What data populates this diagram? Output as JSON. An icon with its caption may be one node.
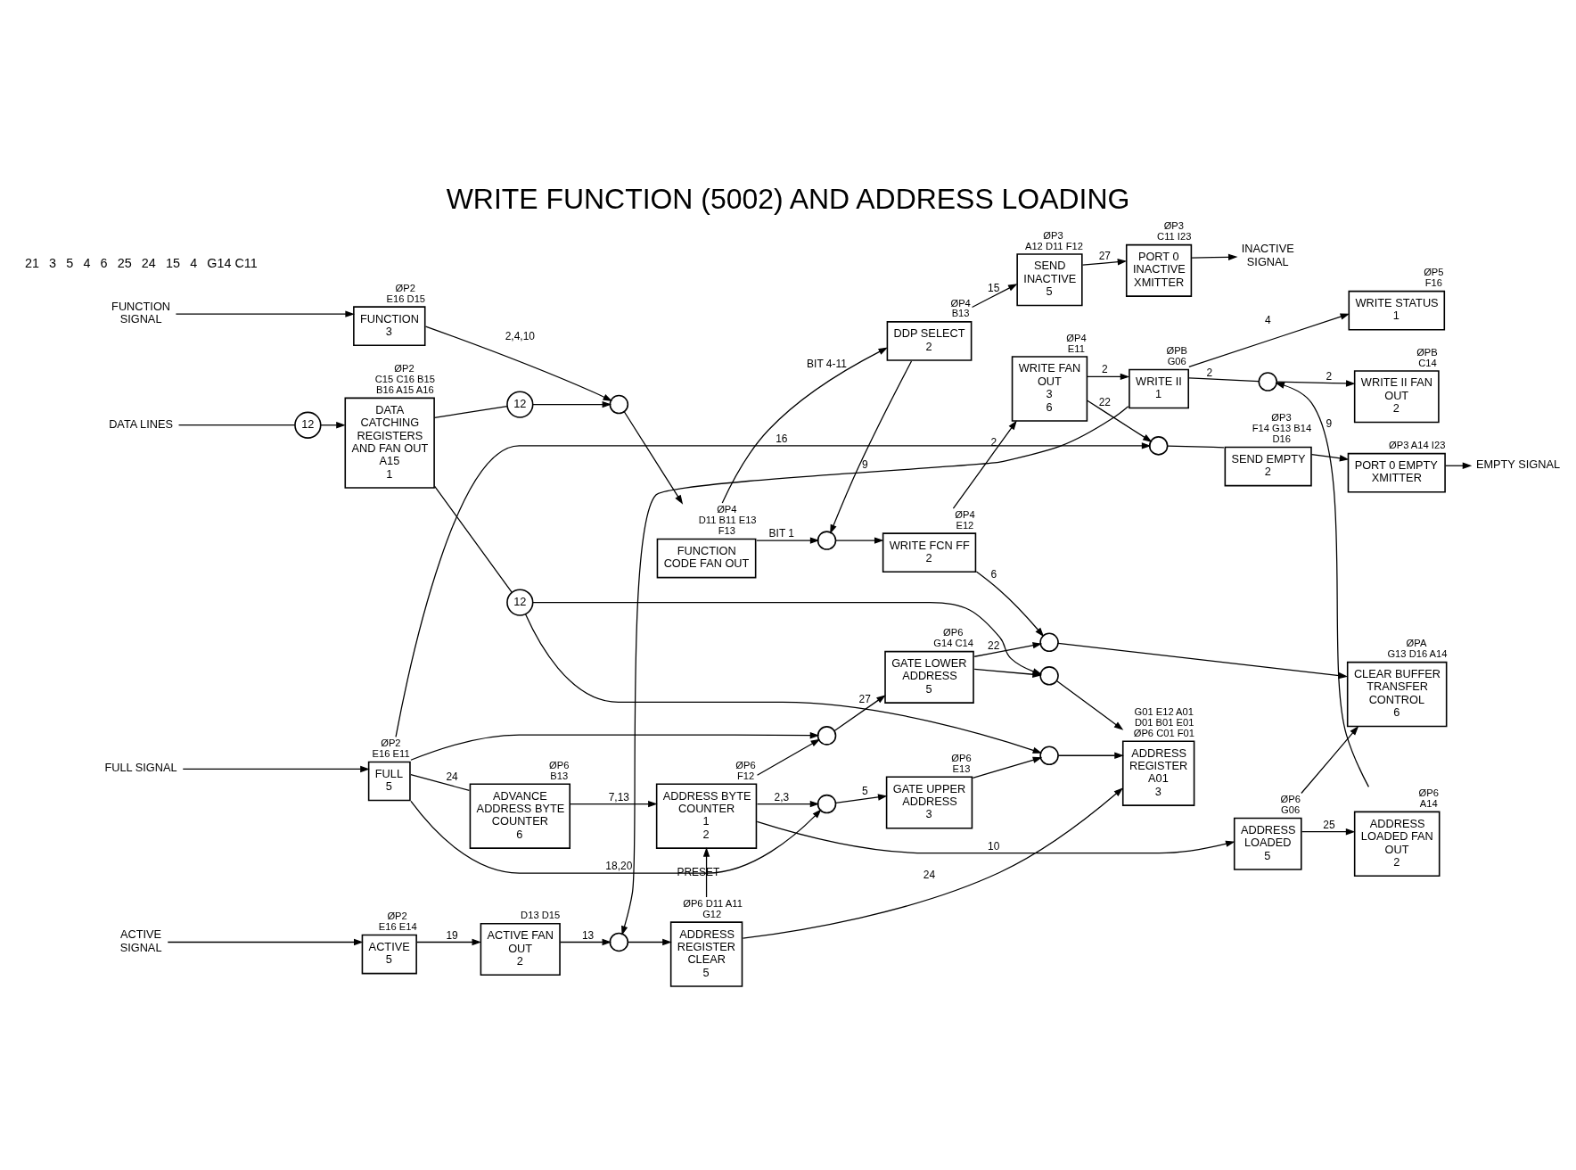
{
  "diagram": {
    "title": "WRITE FUNCTION (5002) AND ADDRESS LOADING",
    "nodes": [
      {
        "text": [
          "FUNCTION SIGNAL"
        ]
      },
      {
        "text": [
          "FUNCTION",
          "3"
        ],
        "beside": [
          "ØP2",
          "E16 D15"
        ]
      },
      {
        "text": [
          "DATA LINES"
        ]
      },
      {
        "text": [
          "12"
        ]
      },
      {
        "text": [
          "DATA CATCHING REGISTERS AND FAN OUT",
          "A15",
          "1"
        ],
        "beside": [
          "ØP2",
          "C15 C16 B15 B16 A15 A16"
        ]
      },
      {
        "text": [
          "12"
        ]
      },
      {
        "text": [],
        "shape": "circle"
      },
      {
        "text": [
          "12"
        ]
      },
      {
        "text": [
          "FUNCTION CODE FAN OUT"
        ],
        "beside": [
          "ØP4",
          "D11 B11 E13 F13"
        ]
      },
      {
        "text": [
          "DDP SELECT",
          "2"
        ],
        "beside": [
          "ØP4",
          "B13"
        ]
      },
      {
        "text": [
          "SEND INACTIVE",
          "5"
        ],
        "beside": [
          "ØP3",
          "A12 D11 F12"
        ]
      },
      {
        "text": [
          "PORT 0 INACTIVE XMITTER"
        ],
        "beside": [
          "ØP3",
          "C11 I23"
        ]
      },
      {
        "text": [
          "INACTIVE SIGNAL"
        ]
      },
      {
        "text": [
          "WRITE STATUS",
          "1"
        ],
        "beside": [
          "ØP5",
          "F16"
        ]
      },
      {
        "text": [],
        "shape": "circle"
      },
      {
        "text": [
          "WRITE FCN FF",
          "2"
        ],
        "beside": [
          "ØP4",
          "E12"
        ]
      },
      {
        "text": [
          "WRITE FAN OUT",
          "3",
          "6"
        ],
        "beside": [
          "ØP4",
          "E11"
        ]
      },
      {
        "text": [
          "WRITE II",
          "1"
        ],
        "beside": [
          "ØPB",
          "G06"
        ]
      },
      {
        "text": [],
        "shape": "circle"
      },
      {
        "text": [
          "WRITE II FAN OUT",
          "2"
        ],
        "beside": [
          "ØPB",
          "C14"
        ]
      },
      {
        "text": [
          "ACTIVE SIGNAL"
        ]
      },
      {
        "text": [
          "ACTIVE",
          "5"
        ],
        "beside": [
          "ØP2",
          "E16 E14"
        ]
      },
      {
        "text": [
          "ACTIVE FAN OUT",
          "2"
        ],
        "beside": [
          "D13 D15"
        ]
      },
      {
        "text": [],
        "shape": "circle"
      },
      {
        "text": [
          "ADDRESS REGISTER CLEAR",
          "5"
        ],
        "beside": [
          "ØP6 D11 A11 G12"
        ]
      },
      {
        "text": [
          "ADDRESS REGISTER",
          "A01",
          "3"
        ],
        "beside": [
          "G01 E12 A01 D01 B01 E01",
          "ØP6 C01 F01"
        ]
      },
      {
        "text": [],
        "shape": "circle"
      },
      {
        "text": [],
        "shape": "circle"
      },
      {
        "text": [
          "ADDRESS LOADED",
          "5"
        ],
        "beside": [
          "ØP6",
          "G06"
        ]
      },
      {
        "text": [
          "ADDRESS LOADED FAN OUT",
          "2"
        ],
        "beside": [
          "ØP6",
          "A14"
        ]
      },
      {
        "text": [
          "FULL SIGNAL"
        ]
      },
      {
        "text": [
          "FULL",
          "5"
        ],
        "beside": [
          "ØP2",
          "E16 E11"
        ]
      },
      {
        "text": [
          "ADVANCE ADDRESS BYTE COUNTER",
          "6"
        ],
        "beside": [
          "ØP6",
          "B13"
        ]
      },
      {
        "text": [
          "ADDRESS BYTE COUNTER",
          "1",
          "2"
        ],
        "beside": [
          "ØP6",
          "F12"
        ]
      },
      {
        "text": [],
        "shape": "circle"
      },
      {
        "text": [
          "GATE UPPER ADDRESS",
          "3"
        ],
        "beside": [
          "ØP6",
          "E13"
        ]
      },
      {
        "text": [],
        "shape": "circle"
      },
      {
        "text": [
          "GATE LOWER ADDRESS",
          "5"
        ],
        "beside": [
          "ØP6",
          "G14 C14"
        ]
      },
      {
        "text": [],
        "shape": "circle"
      },
      {
        "text": [],
        "shape": "circle"
      },
      {
        "text": [
          "SEND EMPTY",
          "2"
        ],
        "beside": [
          "ØP3",
          "F14 G13 B14 D16"
        ]
      },
      {
        "text": [
          "CLEAR BUFFER TRANSFER CONTROL",
          "6"
        ],
        "beside": [
          "ØPA",
          "G13 D16 A14"
        ]
      },
      {
        "text": [
          "PORT 0 EMPTY XMITTER"
        ],
        "beside": [
          "ØP3 A14 I23"
        ]
      },
      {
        "text": [
          "EMPTY SIGNAL"
        ]
      }
    ],
    "edges": [
      {
        "from": 0,
        "to": 1,
        "arrow": "to"
      },
      {
        "from": 2,
        "to": 3,
        "arrow": "none"
      },
      {
        "from": 3,
        "to": 4,
        "arrow": "to"
      },
      {
        "from": 4,
        "to": 5,
        "arrow": "none"
      },
      {
        "from": 5,
        "to": 6,
        "arrow": "to"
      },
      {
        "from": 1,
        "to": 6,
        "arrow": "to",
        "label": "2,4,10"
      },
      {
        "from": 6,
        "to": 8,
        "arrow": "to"
      },
      {
        "from": 4,
        "to": 7,
        "arrow": "none"
      },
      {
        "from": 7,
        "to": 27,
        "arrow": "to"
      },
      {
        "from": 8,
        "to": 9,
        "arrow": "to",
        "label": "BIT 4-11"
      },
      {
        "from": 8,
        "to": 14,
        "arrow": "to",
        "label": "BIT 1"
      },
      {
        "from": 9,
        "to": 14,
        "arrow": "to"
      },
      {
        "from": 9,
        "to": 10,
        "arrow": "to",
        "label": "15"
      },
      {
        "from": 10,
        "to": 11,
        "arrow": "to",
        "label": "27"
      },
      {
        "from": 11,
        "to": 12,
        "arrow": "to"
      },
      {
        "from": 14,
        "to": 15,
        "arrow": "to"
      },
      {
        "from": 15,
        "to": 16,
        "arrow": "to",
        "label": "2"
      },
      {
        "from": 16,
        "to": 17,
        "arrow": "to",
        "label": "2"
      },
      {
        "from": 17,
        "to": 13,
        "arrow": "to",
        "label": "4"
      },
      {
        "from": 17,
        "to": 18,
        "arrow": "none",
        "label": "2"
      },
      {
        "from": 18,
        "to": 19,
        "arrow": "to",
        "label": "2"
      },
      {
        "from": 29,
        "to": 18,
        "arrow": "to",
        "label": "9"
      },
      {
        "from": 17,
        "to": 23,
        "arrow": "to",
        "label": "9"
      },
      {
        "from": 15,
        "to": 38,
        "arrow": "to",
        "label": "6"
      },
      {
        "from": 16,
        "to": 39,
        "arrow": "to",
        "label": "22"
      },
      {
        "from": 20,
        "to": 21,
        "arrow": "to"
      },
      {
        "from": 21,
        "to": 22,
        "arrow": "to",
        "label": "19"
      },
      {
        "from": 22,
        "to": 23,
        "arrow": "to",
        "label": "13"
      },
      {
        "from": 23,
        "to": 24,
        "arrow": "to"
      },
      {
        "from": 24,
        "to": 25,
        "arrow": "to",
        "label": "24"
      },
      {
        "from": 24,
        "to": 33,
        "arrow": "to",
        "label": "PRESET"
      },
      {
        "from": 30,
        "to": 31,
        "arrow": "to"
      },
      {
        "from": 31,
        "to": 32,
        "arrow": "none",
        "label": "24"
      },
      {
        "from": 32,
        "to": 33,
        "arrow": "to",
        "label": "7,13"
      },
      {
        "from": 33,
        "to": 34,
        "arrow": "to",
        "label": "2,3"
      },
      {
        "from": 33,
        "to": 36,
        "arrow": "to"
      },
      {
        "from": 31,
        "to": 34,
        "arrow": "to",
        "label": "18,20"
      },
      {
        "from": 31,
        "to": 36,
        "arrow": "to"
      },
      {
        "from": 33,
        "to": 28,
        "arrow": "to",
        "label": "10"
      },
      {
        "from": 34,
        "to": 35,
        "arrow": "to",
        "label": "5"
      },
      {
        "from": 36,
        "to": 37,
        "arrow": "to",
        "label": "27"
      },
      {
        "from": 35,
        "to": 26,
        "arrow": "to"
      },
      {
        "from": 37,
        "to": 27,
        "arrow": "to"
      },
      {
        "from": 37,
        "to": 38,
        "arrow": "to",
        "label": "22"
      },
      {
        "from": 26,
        "to": 25,
        "arrow": "to"
      },
      {
        "from": 27,
        "to": 25,
        "arrow": "to"
      },
      {
        "from": 7,
        "to": 26,
        "arrow": "to"
      },
      {
        "from": 38,
        "to": 41,
        "arrow": "to"
      },
      {
        "from": 31,
        "to": 39,
        "arrow": "to",
        "label": "16"
      },
      {
        "from": 39,
        "to": 40,
        "arrow": "none"
      },
      {
        "from": 40,
        "to": 42,
        "arrow": "to"
      },
      {
        "from": 42,
        "to": 43,
        "arrow": "to"
      },
      {
        "from": 28,
        "to": 29,
        "arrow": "to",
        "label": "25"
      },
      {
        "from": 28,
        "to": 41,
        "arrow": "to"
      }
    ],
    "labels": [
      "21",
      "3",
      "5",
      "4",
      "6",
      "25",
      "24",
      "15",
      "4",
      "G14 C11"
    ]
  }
}
